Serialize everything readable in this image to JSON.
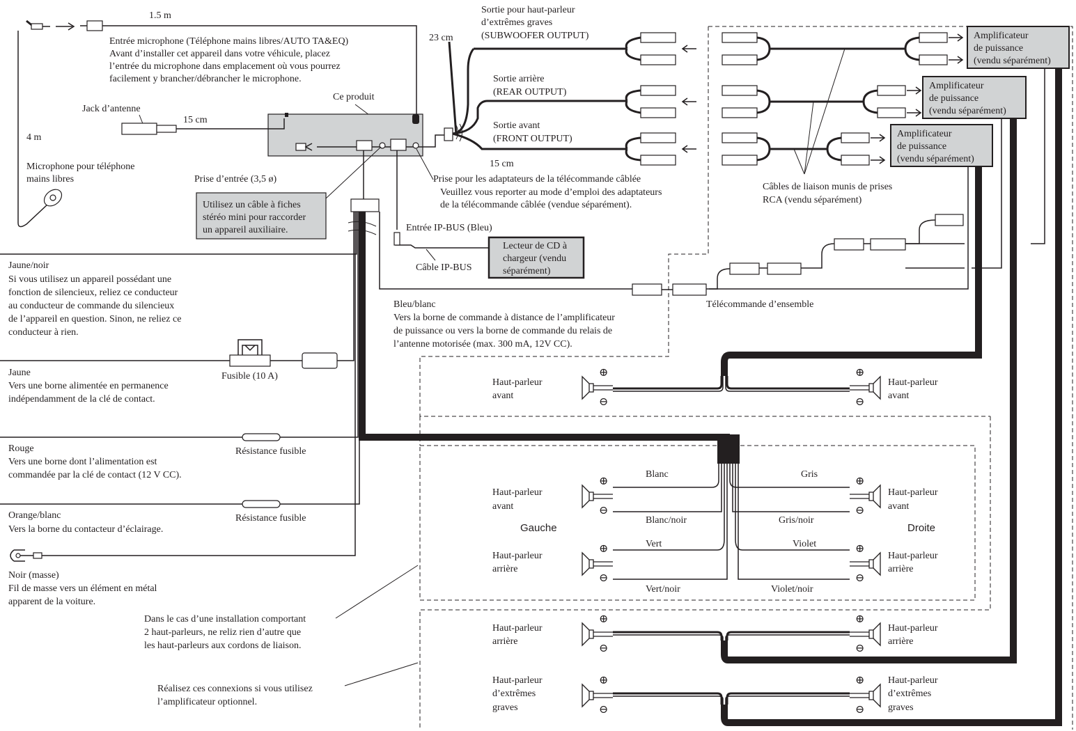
{
  "labels": {
    "length_1_5m": "1.5 m",
    "mic_input_title": "Entrée microphone (Téléphone mains libres/AUTO TA&EQ)",
    "mic_input_line1": "Avant d’installer cet appareil dans votre véhicule, placez",
    "mic_input_line2": "l’entrée du microphone dans emplacement où vous pourrez",
    "mic_input_line3": "facilement y brancher/débrancher le microphone.",
    "ce_produit": "Ce produit",
    "jack_antenne": "Jack d’antenne",
    "length_15cm": "15 cm",
    "length_4m": "4 m",
    "micro_tel_1": "Microphone pour téléphone",
    "micro_tel_2": "mains libres",
    "prise_entree": "Prise d’entrée (3,5 ø)",
    "aux_note_1": "Utilisez un câble à fiches",
    "aux_note_2": "stéréo mini pour raccorder",
    "aux_note_3": "un appareil auxiliaire.",
    "length_23cm": "23 cm",
    "sub_out_1": "Sortie pour haut-parleur",
    "sub_out_2": "d’extrêmes graves",
    "sub_out_3": "(SUBWOOFER OUTPUT)",
    "rear_out_1": "Sortie arrière",
    "rear_out_2": "(REAR OUTPUT)",
    "front_out_1": "Sortie avant",
    "front_out_2": "(FRONT OUTPUT)",
    "length_15cm_b": "15 cm",
    "remote_adapter_1": "Prise pour les adaptateurs de la télécommande câblée",
    "remote_adapter_2": "Veuillez vous reporter au mode d’emploi des adaptateurs",
    "remote_adapter_3": "de la télécommande câblée (vendue séparément).",
    "ipbus_in": "Entrée IP-BUS (Bleu)",
    "ipbus_cable": "Câble IP-BUS",
    "cd_changer_1": "Lecteur de CD à",
    "cd_changer_2": "chargeur (vendu",
    "cd_changer_3": "séparément)",
    "amp_1": "Amplificateur",
    "amp_2": "de puissance",
    "amp_3": "(vendu séparément)",
    "rca_1": "Câbles de liaison munis de prises",
    "rca_2": "RCA (vendu séparément)",
    "telecommande": "Télécommande d’ensemble",
    "yellow_black_title": "Jaune/noir",
    "yellow_black_1": "Si vous utilisez un appareil possédant une",
    "yellow_black_2": "fonction de silencieux, reliez ce conducteur",
    "yellow_black_3": "au conducteur de commande du silencieux",
    "yellow_black_4": "de l’appareil en question. Sinon, ne reliez ce",
    "yellow_black_5": "conducteur à rien.",
    "blue_white_title": "Bleu/blanc",
    "blue_white_1": "Vers la borne de commande à distance de l’amplificateur",
    "blue_white_2": "de puissance ou vers la borne de commande du relais de",
    "blue_white_3": "l’antenne motorisée (max. 300 mA, 12V CC).",
    "fuse": "Fusible (10 A)",
    "yellow_title": "Jaune",
    "yellow_1": "Vers une borne alimentée en permanence",
    "yellow_2": "indépendamment de la clé de contact.",
    "red_title": "Rouge",
    "red_1": "Vers une borne dont l’alimentation est",
    "red_2": "commandée par la clé de contact (12 V CC).",
    "fuse_res": "Résistance fusible",
    "orange_title": "Orange/blanc",
    "orange_1": "Vers la borne du contacteur d’éclairage.",
    "black_title": "Noir (masse)",
    "black_1": "Fil de masse vers un élément en métal",
    "black_2": "apparent de la voiture.",
    "two_spk_1": "Dans le cas d’une installation comportant",
    "two_spk_2": "2 haut-parleurs, ne reliz rien d’autre que",
    "two_spk_3": "les haut-parleurs aux cordons de liaison.",
    "opt_amp_1": "Réalisez ces connexions si vous utilisez",
    "opt_amp_2": "l’amplificateur optionnel.",
    "hp": "Haut-parleur",
    "avant": "avant",
    "arriere": "arrière",
    "extremes": "d’extrêmes",
    "graves": "graves",
    "gauche": "Gauche",
    "droite": "Droite",
    "blanc": "Blanc",
    "blanc_noir": "Blanc/noir",
    "vert": "Vert",
    "vert_noir": "Vert/noir",
    "gris": "Gris",
    "gris_noir": "Gris/noir",
    "violet": "Violet",
    "violet_noir": "Violet/noir",
    "plus": "⊕",
    "minus": "⊖"
  },
  "colors": {
    "ink": "#231f20",
    "box_fill": "#d1d3d4"
  }
}
